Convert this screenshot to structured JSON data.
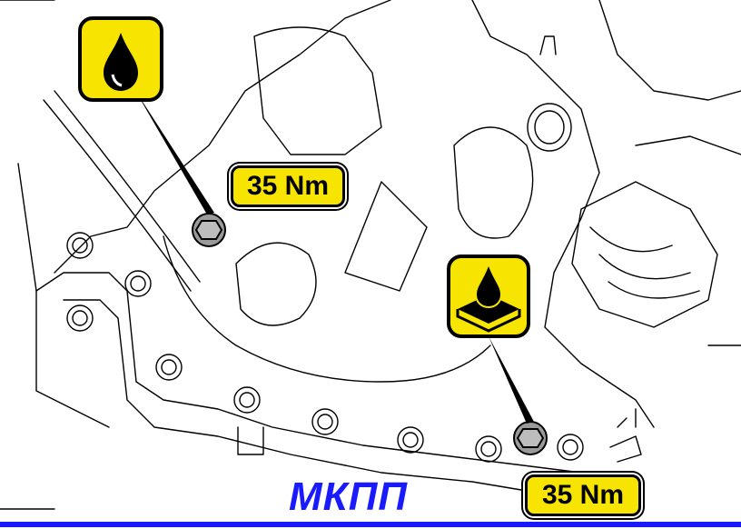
{
  "caption": "МКПП",
  "torque_labels": {
    "top": "35 Nm",
    "bottom": "35 Nm"
  },
  "icons": {
    "filler": "oil-drop-icon",
    "drain": "oil-pan-drop-icon"
  },
  "colors": {
    "badge": "#f7e400",
    "caption": "#1a1aff",
    "plug": "#9a9a9a",
    "line": "#000000"
  }
}
